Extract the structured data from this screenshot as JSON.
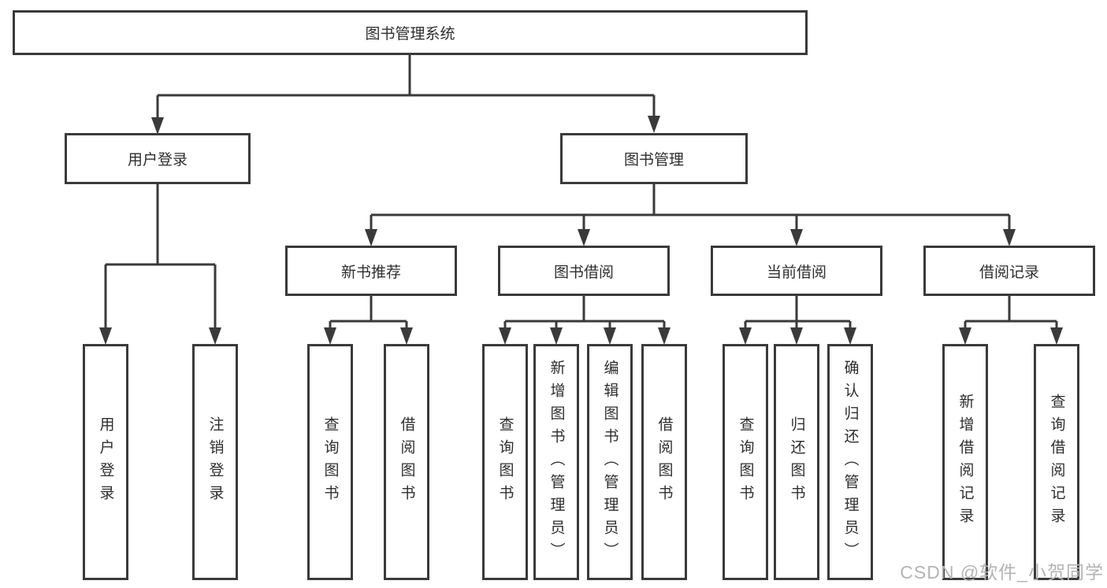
{
  "colors": {
    "line": "#3a3a3a",
    "text": "#2e2e2e",
    "watermark": "#b4b4b4",
    "background": "#ffffff"
  },
  "watermark": "CSDN @软件_小贺同学",
  "tree": {
    "root": "图书管理系统",
    "branches": [
      {
        "label": "用户登录",
        "children": [
          {
            "label": "用户登录"
          },
          {
            "label": "注销登录"
          }
        ]
      },
      {
        "label": "图书管理",
        "children": [
          {
            "label": "新书推荐",
            "children": [
              {
                "label": "查询图书"
              },
              {
                "label": "借阅图书"
              }
            ]
          },
          {
            "label": "图书借阅",
            "children": [
              {
                "label": "查询图书"
              },
              {
                "label": "新增图书（管理员）"
              },
              {
                "label": "编辑图书（管理员）"
              },
              {
                "label": "借阅图书"
              }
            ]
          },
          {
            "label": "当前借阅",
            "children": [
              {
                "label": "查询图书"
              },
              {
                "label": "归还图书"
              },
              {
                "label": "确认归还（管理员）"
              }
            ]
          },
          {
            "label": "借阅记录",
            "children": [
              {
                "label": "新增借阅记录"
              },
              {
                "label": "查询借阅记录"
              }
            ]
          }
        ]
      }
    ]
  }
}
